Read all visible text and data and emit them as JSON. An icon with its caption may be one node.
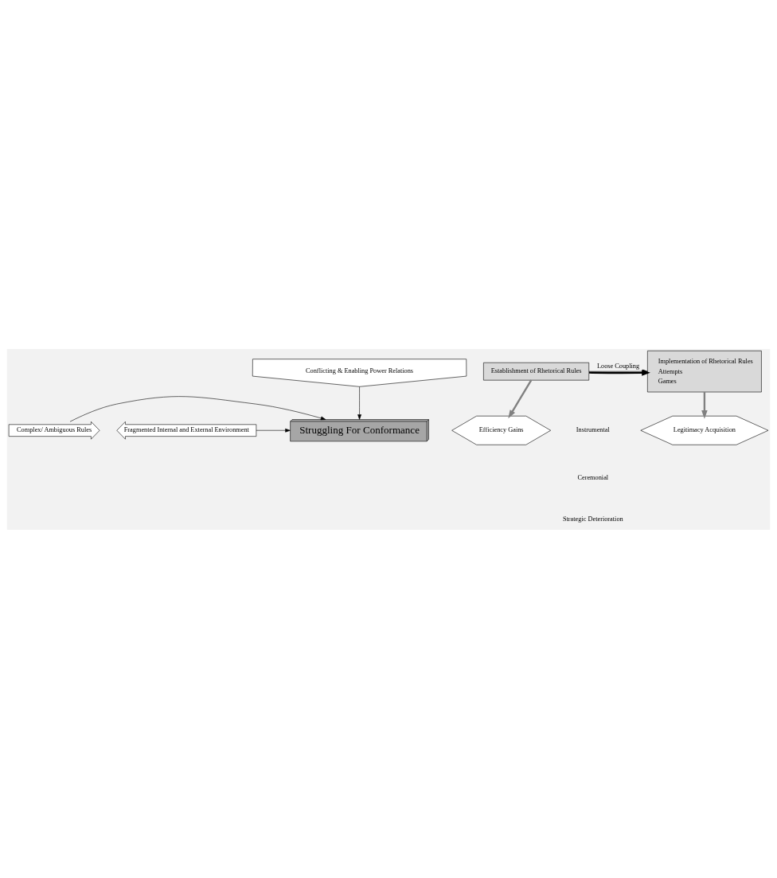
{
  "diagram": {
    "nodes": [
      {
        "text": [
          "Conflicting & Enabling Power Relations"
        ]
      },
      {
        "text": [
          "Complex/ Ambiguous Rules"
        ]
      },
      {
        "text": [
          "Struggling For Conformance"
        ]
      },
      {
        "text": [
          "Fragmented Internal and External Environment"
        ]
      },
      {
        "text": [
          "Establishment of Rhetorical Rules"
        ]
      },
      {
        "text": [
          "Implementation of Rhetorical Rules",
          "Attempts",
          "Games"
        ]
      },
      {
        "text": [
          "Efficiency Gains"
        ]
      },
      {
        "text": [
          "Legitimacy Acquisition"
        ]
      }
    ],
    "edges": [
      {
        "from": 0,
        "to": 2,
        "arrow": "to"
      },
      {
        "from": 1,
        "to": 2,
        "arrow": "to"
      },
      {
        "from": 3,
        "to": 2,
        "arrow": "to"
      },
      {
        "from": 4,
        "to": 5,
        "arrow": "to",
        "label": "Loose Coupling"
      },
      {
        "from": 4,
        "to": 5,
        "arrow": "to",
        "style": "thick"
      },
      {
        "from": 4,
        "to": 6,
        "arrow": "to",
        "style": "thick",
        "color": "#808080"
      },
      {
        "from": 5,
        "to": 7,
        "arrow": "to",
        "style": "thick",
        "color": "#808080"
      }
    ],
    "labels": [
      "Instrumental",
      "Ceremonial",
      "Strategic Deterioration"
    ]
  }
}
